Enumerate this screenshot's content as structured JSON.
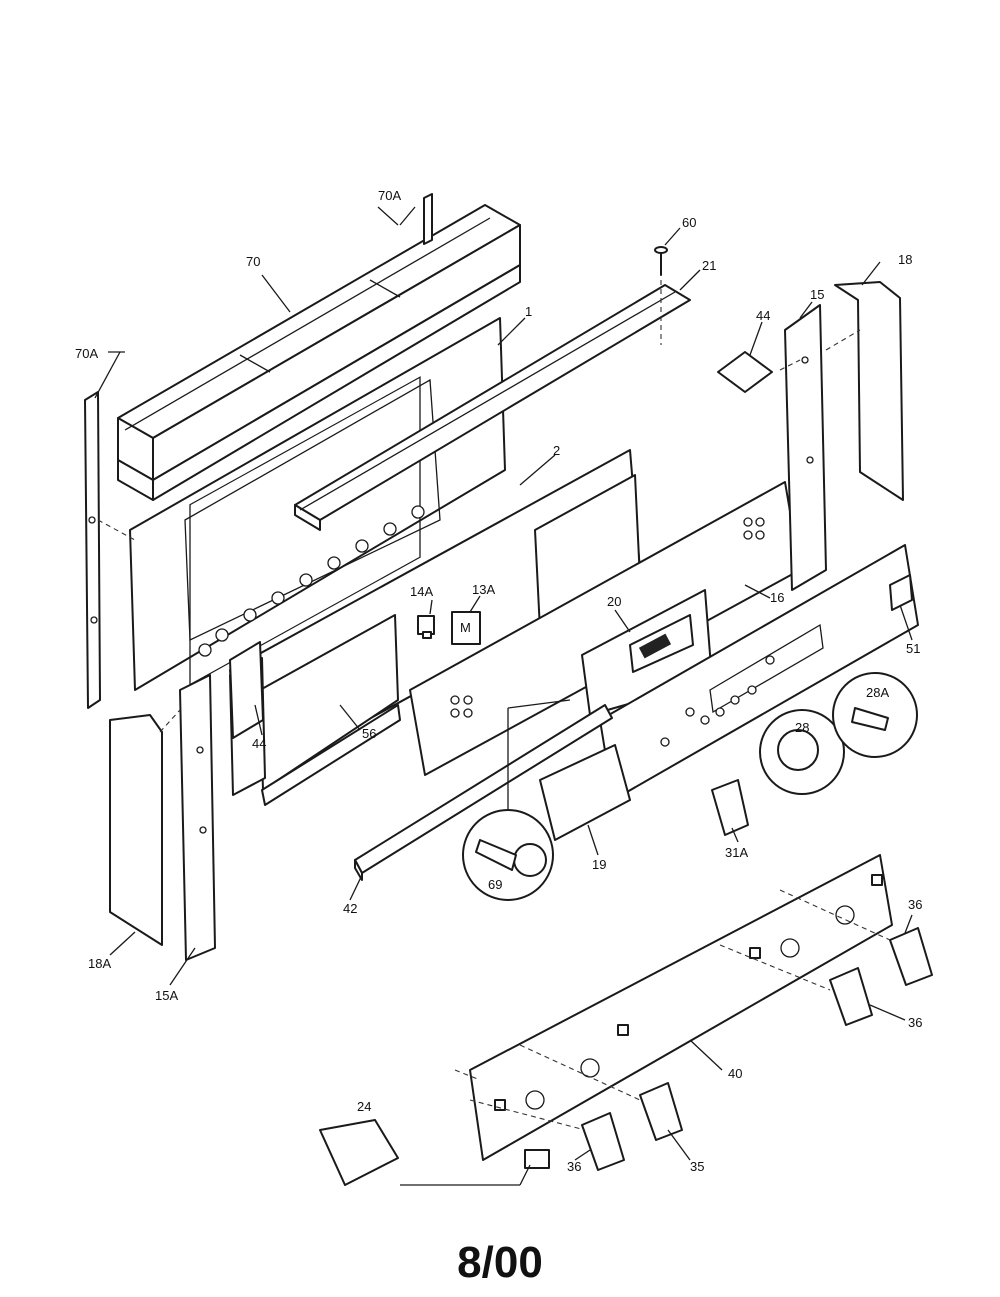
{
  "diagram": {
    "callouts": [
      "70A",
      "70",
      "70A",
      "60",
      "21",
      "1",
      "18",
      "15",
      "44",
      "2",
      "14A",
      "13A",
      "16",
      "20",
      "51",
      "28A",
      "28",
      "44",
      "56",
      "31A",
      "19",
      "69",
      "42",
      "18A",
      "15A",
      "36",
      "36",
      "40",
      "24",
      "36",
      "35"
    ],
    "date_code": "8/00"
  }
}
